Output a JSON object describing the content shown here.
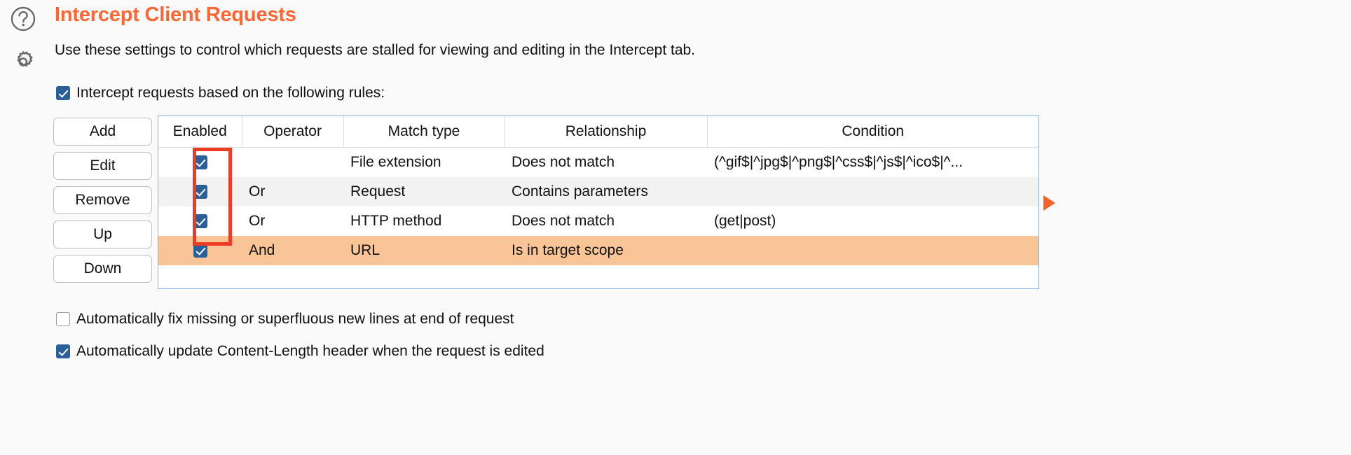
{
  "header": {
    "help_icon": "help-circle-icon",
    "settings_icon": "gear-icon",
    "title": "Intercept Client Requests",
    "title_color": "#ff6633",
    "description": "Use these settings to control which requests are stalled for viewing and editing in the Intercept tab."
  },
  "rules_toggle": {
    "label": "Intercept requests based on the following rules:",
    "checked": true
  },
  "buttons": [
    {
      "label": "Add"
    },
    {
      "label": "Edit"
    },
    {
      "label": "Remove"
    },
    {
      "label": "Up"
    },
    {
      "label": "Down"
    }
  ],
  "table": {
    "columns": [
      "Enabled",
      "Operator",
      "Match type",
      "Relationship",
      "Condition"
    ],
    "rows": [
      {
        "enabled": true,
        "operator": "",
        "match_type": "File extension",
        "relationship": "Does not match",
        "condition": "(^gif$|^jpg$|^png$|^css$|^js$|^ico$|^...",
        "selected": false,
        "alt": false
      },
      {
        "enabled": true,
        "operator": "Or",
        "match_type": "Request",
        "relationship": "Contains parameters",
        "condition": "",
        "selected": false,
        "alt": true
      },
      {
        "enabled": true,
        "operator": "Or",
        "match_type": "HTTP method",
        "relationship": "Does not match",
        "condition": "(get|post)",
        "selected": false,
        "alt": false
      },
      {
        "enabled": true,
        "operator": "And",
        "match_type": "URL",
        "relationship": "Is in target scope",
        "condition": "",
        "selected": true,
        "alt": false
      }
    ],
    "selection_color": "#fac596",
    "border_color": "#8ab0dd"
  },
  "annotation": {
    "highlight_box_color": "#ee3b24",
    "pointer_color": "#f4632b"
  },
  "options": [
    {
      "label": "Automatically fix missing or superfluous new lines at end of request",
      "checked": false
    },
    {
      "label": "Automatically update Content-Length header when the request is edited",
      "checked": true
    }
  ]
}
